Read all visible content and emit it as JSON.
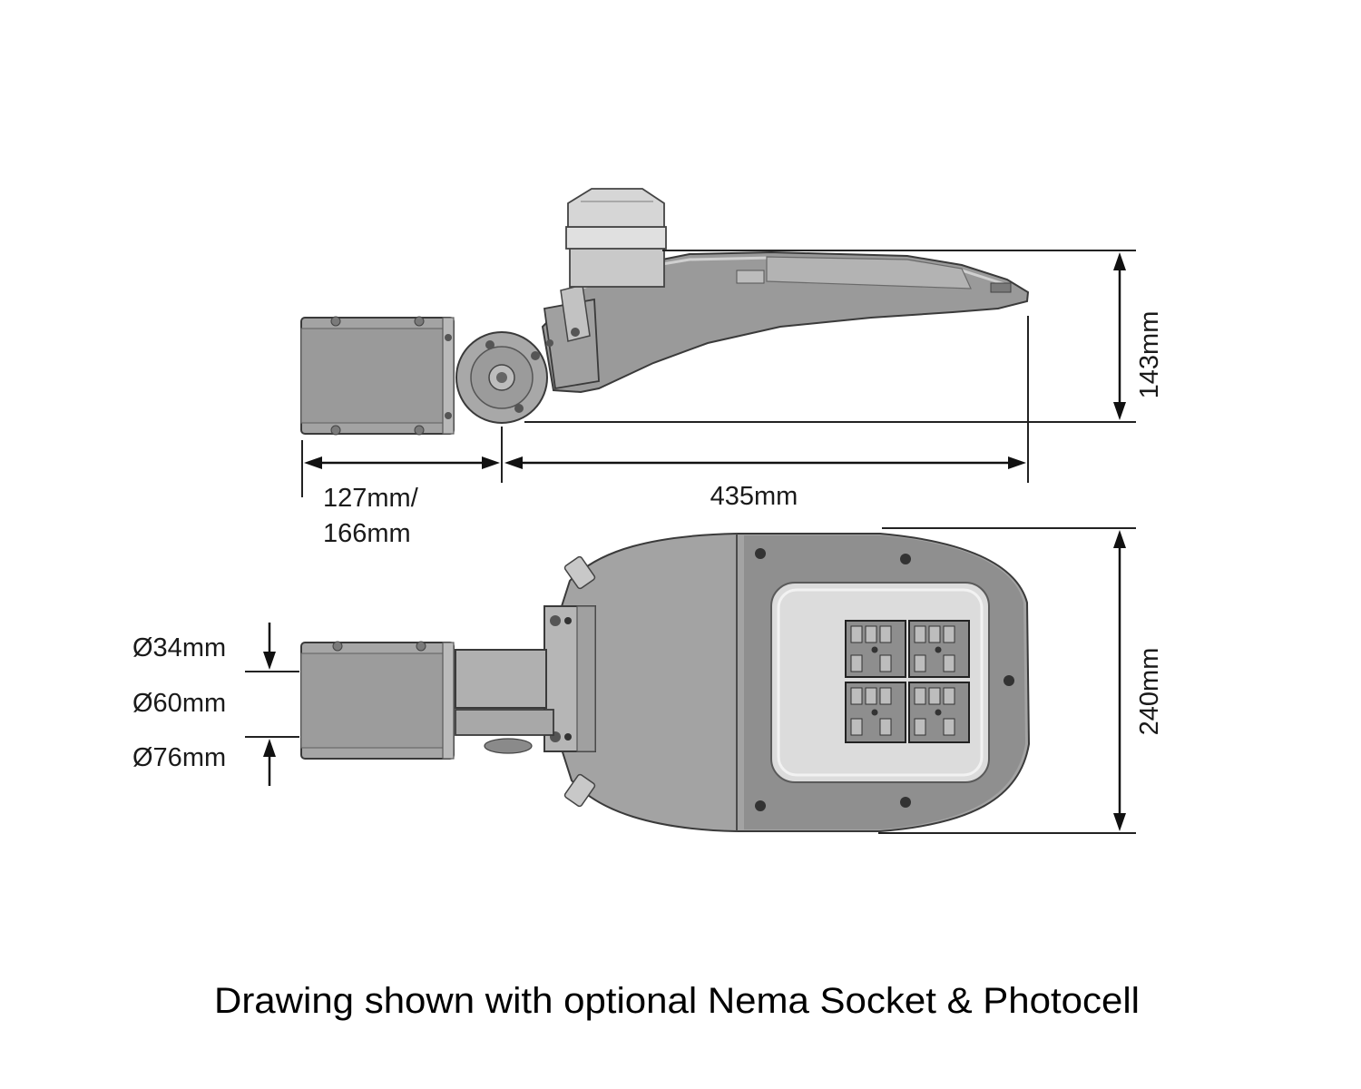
{
  "dimensions": {
    "height_side": "143mm",
    "arm_length_line1": "127mm/",
    "arm_length_line2": "166mm",
    "body_length": "435mm",
    "width_top": "240mm",
    "pipe_34": "Ø34mm",
    "pipe_60": "Ø60mm",
    "pipe_76": "Ø76mm"
  },
  "caption": "Drawing shown with optional Nema Socket & Photocell",
  "colors": {
    "housing_fill": "#9a9a9a",
    "housing_dark": "#6f6f6f",
    "housing_light": "#c9c9c9",
    "lens": "#dcdcdc",
    "led_fill": "#8e8e8e",
    "line": "#111111"
  }
}
